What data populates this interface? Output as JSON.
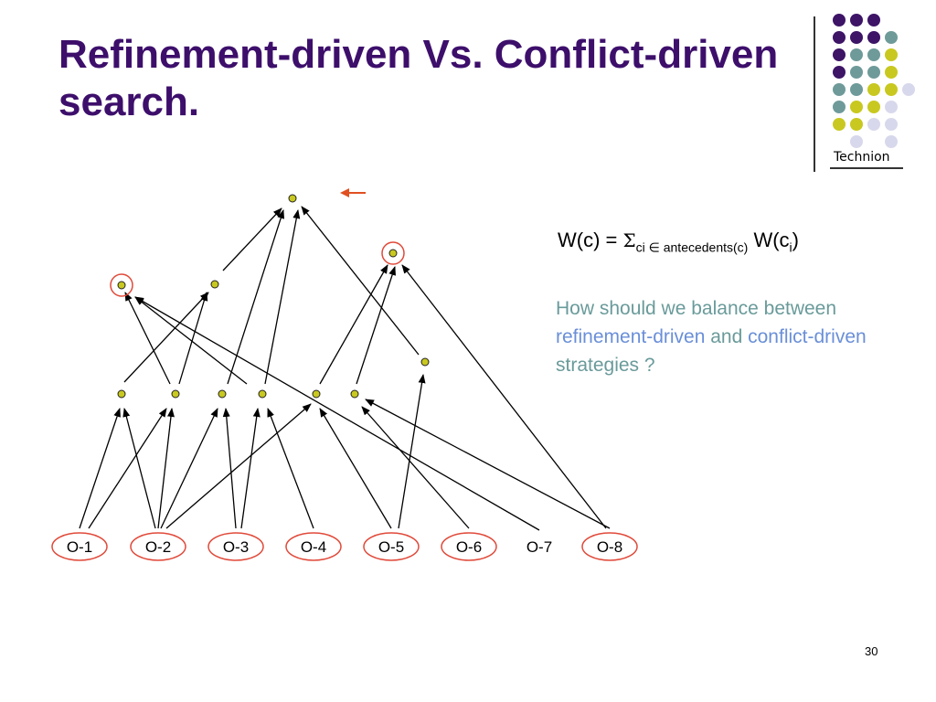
{
  "slide": {
    "title": "Refinement-driven Vs. Conflict-driven search.",
    "page_number": "30",
    "colors": {
      "title": "#3d0f6b",
      "node_fill": "#c8c820",
      "circle": "#e04a3a",
      "arrow_marker": "#e05020",
      "question_text": "#6a9a9a",
      "question_highlight": "#6a8fd8"
    }
  },
  "logo": {
    "label": "Technion",
    "dots": [
      [
        "purple",
        "purple",
        "purple",
        null
      ],
      [
        "purple",
        "purple",
        "purple",
        "teal"
      ],
      [
        "purple",
        "teal",
        "teal",
        "yellow"
      ],
      [
        "purple",
        "teal",
        "teal",
        "yellow"
      ],
      [
        "teal",
        "teal",
        "yellow",
        "yellow",
        "lavender"
      ],
      [
        "teal",
        "yellow",
        "yellow",
        "lavender"
      ],
      [
        "yellow",
        "yellow",
        "lavender",
        "lavender"
      ],
      [
        null,
        "lavender",
        null,
        "lavender"
      ]
    ],
    "palette": {
      "purple": "#3d1466",
      "teal": "#6f9a9a",
      "yellow": "#c8c820",
      "lavender": "#d8d8ec"
    }
  },
  "formula": {
    "lhs": "W(c) = ",
    "sigma": "Σ",
    "sub": "ci ∈ antecedents(c)",
    "rhs_main": " W(c",
    "rhs_sub": "i",
    "rhs_close": ")"
  },
  "question": {
    "part1": "How should we balance between ",
    "refinement": "refinement-driven",
    "part2": " and ",
    "conflict": "conflict-driven",
    "part3": " strategies ?"
  },
  "graph": {
    "leaves": [
      {
        "id": "O-1",
        "label": "O-1",
        "circled": true
      },
      {
        "id": "O-2",
        "label": "O-2",
        "circled": true
      },
      {
        "id": "O-3",
        "label": "O-3",
        "circled": true
      },
      {
        "id": "O-4",
        "label": "O-4",
        "circled": true
      },
      {
        "id": "O-5",
        "label": "O-5",
        "circled": true
      },
      {
        "id": "O-6",
        "label": "O-6",
        "circled": true
      },
      {
        "id": "O-7",
        "label": "O-7",
        "circled": false
      },
      {
        "id": "O-8",
        "label": "O-8",
        "circled": true
      }
    ],
    "nodes": [
      {
        "id": "top",
        "circled": false
      },
      {
        "id": "r2",
        "circled": true
      },
      {
        "id": "l2a",
        "circled": true
      },
      {
        "id": "l2b",
        "circled": false
      },
      {
        "id": "m3",
        "circled": false
      },
      {
        "id": "b1",
        "circled": false
      },
      {
        "id": "b2",
        "circled": false
      },
      {
        "id": "b3",
        "circled": false
      },
      {
        "id": "b4",
        "circled": false
      },
      {
        "id": "b5",
        "circled": false
      },
      {
        "id": "b6",
        "circled": false
      }
    ],
    "edges": [
      [
        "O-1",
        "b1"
      ],
      [
        "O-2",
        "b1"
      ],
      [
        "O-2",
        "b2"
      ],
      [
        "O-2",
        "b3"
      ],
      [
        "O-2",
        "b5"
      ],
      [
        "O-1",
        "b2"
      ],
      [
        "O-3",
        "b3"
      ],
      [
        "O-3",
        "b4"
      ],
      [
        "O-4",
        "b4"
      ],
      [
        "O-5",
        "b5"
      ],
      [
        "O-5",
        "m3"
      ],
      [
        "O-6",
        "b6"
      ],
      [
        "O-7",
        "l2a"
      ],
      [
        "O-8",
        "b6"
      ],
      [
        "O-8",
        "r2"
      ],
      [
        "b2",
        "l2a"
      ],
      [
        "b6",
        "l2b"
      ],
      [
        "b3",
        "top"
      ],
      [
        "b4",
        "top"
      ],
      [
        "b5",
        "r2"
      ],
      [
        "b6",
        "r2"
      ],
      [
        "b1",
        "l2b"
      ],
      [
        "l2b",
        "top"
      ],
      [
        "b4",
        "l2a"
      ],
      [
        "m3",
        "top"
      ]
    ]
  }
}
